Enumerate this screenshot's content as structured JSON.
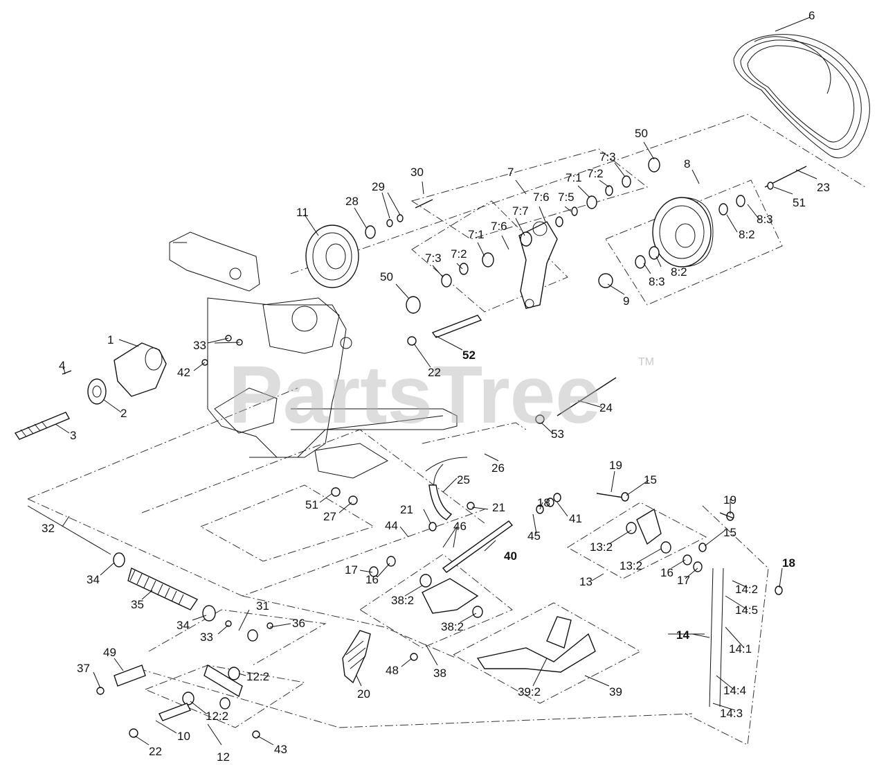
{
  "watermark": {
    "text": "PartsTree",
    "trademark": "TM"
  },
  "callouts": [
    "6",
    "50",
    "7:3",
    "7:1",
    "7:2",
    "7",
    "30",
    "29",
    "8",
    "23",
    "51",
    "7:6",
    "7:5",
    "28",
    "11",
    "7:7",
    "7:1",
    "7:6",
    "8:3",
    "8:2",
    "7:3",
    "7:2",
    "50",
    "8:3",
    "8:2",
    "9",
    "1",
    "33",
    "52",
    "22",
    "42",
    "4",
    "2",
    "3",
    "24",
    "53",
    "26",
    "25",
    "19",
    "15",
    "51",
    "27",
    "18",
    "41",
    "21",
    "21",
    "44",
    "46",
    "45",
    "19",
    "15",
    "32",
    "13:2",
    "13:2",
    "40",
    "18",
    "17",
    "16",
    "16",
    "17",
    "13",
    "34",
    "14:2",
    "35",
    "38:2",
    "14:5",
    "31",
    "34",
    "36",
    "33",
    "38:2",
    "14",
    "14:1",
    "49",
    "37",
    "12:2",
    "20",
    "48",
    "38",
    "39:2",
    "39",
    "14:4",
    "12:2",
    "14:3",
    "10",
    "22",
    "43",
    "12"
  ],
  "colors": {
    "line": "#111111",
    "watermark": "#b4b4b4"
  }
}
